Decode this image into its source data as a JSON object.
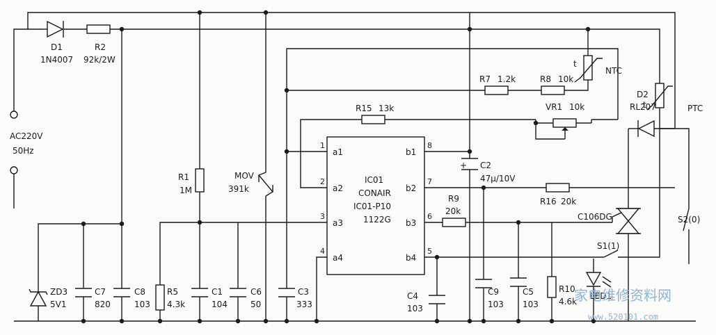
{
  "source": {
    "label": "AC220V",
    "freq": "50Hz"
  },
  "diode_d1": {
    "ref": "D1",
    "value": "1N4007"
  },
  "resistor_r2": {
    "ref": "R2",
    "value": "92k/2W"
  },
  "resistor_r1": {
    "ref": "R1",
    "value": "1M"
  },
  "mov": {
    "ref": "MOV",
    "value": "391k"
  },
  "zener_zd3": {
    "ref": "ZD3",
    "value": "5V1"
  },
  "cap_c7": {
    "ref": "C7",
    "value": "820"
  },
  "cap_c8": {
    "ref": "C8",
    "value": "103"
  },
  "res_r5": {
    "ref": "R5",
    "value": "4.3k"
  },
  "cap_c1": {
    "ref": "C1",
    "value": "104"
  },
  "cap_c6": {
    "ref": "C6",
    "value": "50"
  },
  "cap_c3": {
    "ref": "C3",
    "value": "333"
  },
  "ic": {
    "line1": "IC01",
    "line2": "CONAIR",
    "line3": "IC01-P10",
    "line4": "1122G",
    "pins_left": [
      "a1",
      "a2",
      "a3",
      "a4"
    ],
    "pins_left_num": [
      "1",
      "2",
      "3",
      "4"
    ],
    "pins_right": [
      "b1",
      "b2",
      "b3",
      "b4"
    ],
    "pins_right_num": [
      "8",
      "7",
      "6",
      "5"
    ]
  },
  "res_r15": {
    "ref": "R15",
    "value": "13k"
  },
  "res_r7": {
    "ref": "R7",
    "value": "1.2k"
  },
  "res_r8": {
    "ref": "R8",
    "value": "10k"
  },
  "vr1": {
    "ref": "VR1",
    "value": "10k"
  },
  "ntc": {
    "label": "NTC",
    "t": "t"
  },
  "ptc": {
    "label": "PTC",
    "t": "t"
  },
  "diode_d2": {
    "ref": "D2",
    "value": "RL207"
  },
  "cap_c2": {
    "ref": "C2",
    "value": "47μ/10V",
    "plus": "+"
  },
  "res_r9": {
    "ref": "R9",
    "value": "20k"
  },
  "res_r16": {
    "ref": "R16",
    "value": "20k"
  },
  "triac": {
    "label": "C106DG"
  },
  "switch_s2": {
    "label": "S2(0)"
  },
  "switch_s1": {
    "label": "S1(1)"
  },
  "cap_c4": {
    "ref": "C4",
    "value": "103"
  },
  "cap_c9": {
    "ref": "C9",
    "value": "103"
  },
  "cap_c5": {
    "ref": "C5",
    "value": "103"
  },
  "res_r10": {
    "ref": "R10",
    "value": "4.6k"
  },
  "led1": {
    "ref": "LED1"
  },
  "watermark": {
    "cn": "家电维修资料网",
    "url": "www.520101.com"
  }
}
